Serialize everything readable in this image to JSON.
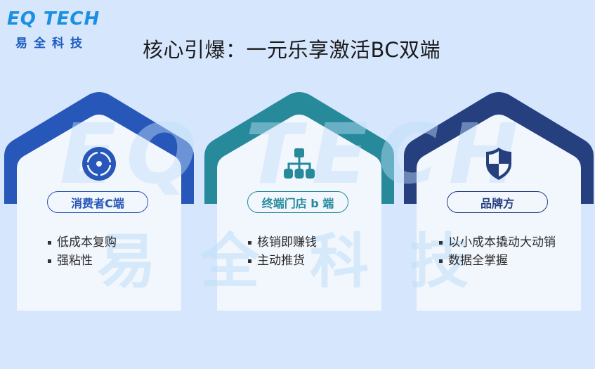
{
  "logo": {
    "english": "EQ TECH",
    "chinese": "易全科技"
  },
  "title": "核心引爆：一元乐享激活BC双端",
  "watermark": {
    "english": "EQ TECH",
    "chars": [
      "易",
      "全",
      "科",
      "技"
    ]
  },
  "colors": {
    "background": "#d5e6fd",
    "card_body": "#f2f6fd",
    "consumer": "#2757b8",
    "store": "#268a9b",
    "brand": "#263f7e"
  },
  "cards": [
    {
      "icon": "target-icon",
      "label": "消费者C端",
      "color": "#2757b8",
      "bullets": [
        "低成本复购",
        "强粘性"
      ]
    },
    {
      "icon": "hierarchy-icon",
      "label": "终端门店 b 端",
      "color": "#268a9b",
      "bullets": [
        "核销即赚钱",
        "主动推货"
      ]
    },
    {
      "icon": "shield-icon",
      "label": "品牌方",
      "color": "#263f7e",
      "bullets": [
        "以小成本撬动大动销",
        "数据全掌握"
      ]
    }
  ]
}
